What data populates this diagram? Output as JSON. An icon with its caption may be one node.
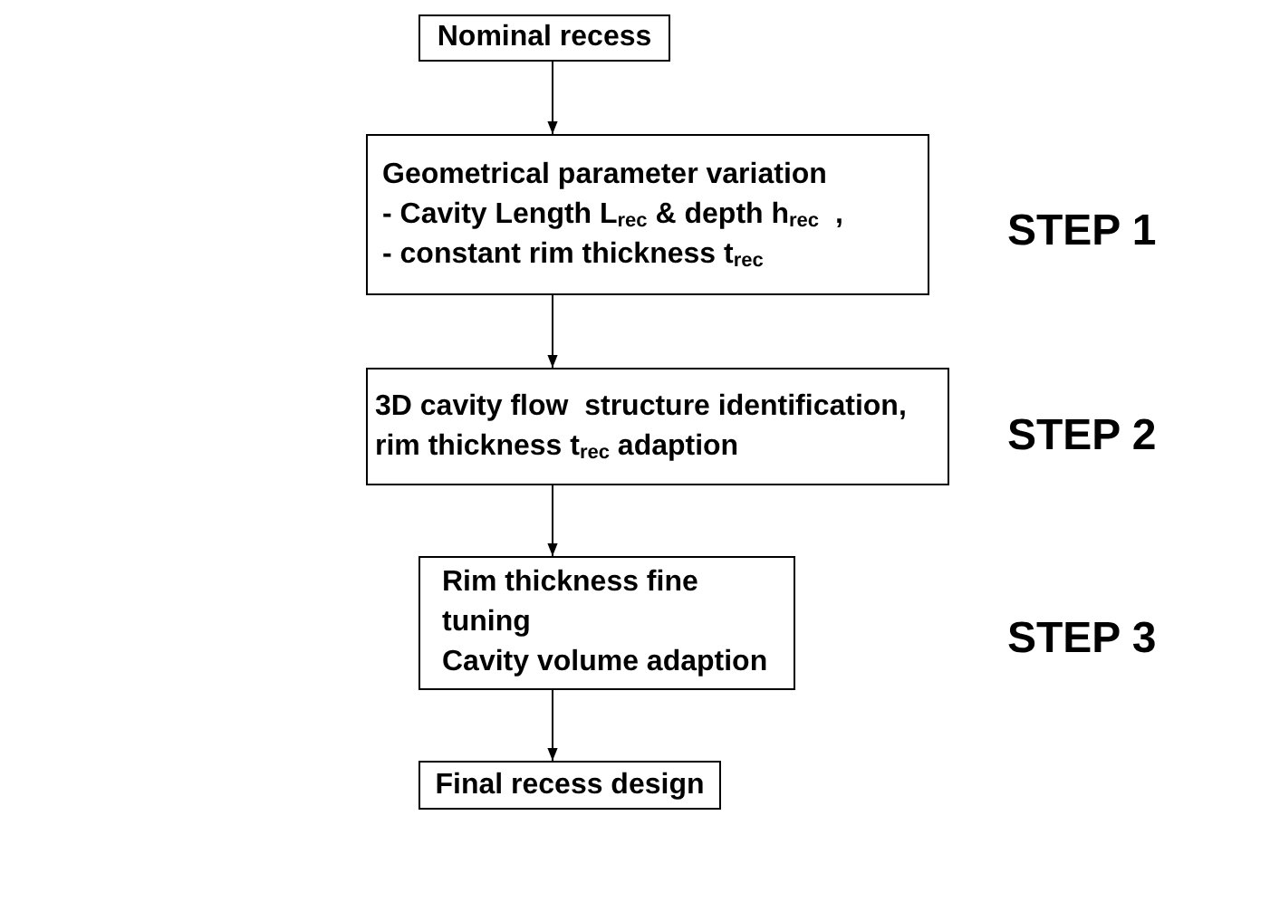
{
  "diagram": {
    "nodes": [
      {
        "text": [
          "Nominal recess"
        ]
      },
      {
        "text": [
          "Geometrical parameter variation",
          "- Cavity Length L$_{rec}$ & depth h$_{rec}$  ,",
          "- constant rim thickness t$_{rec}$"
        ]
      },
      {
        "text": [
          "3D cavity flow  structure identification, rim thickness t$_{rec}$ adaption"
        ]
      },
      {
        "text": [
          "Rim thickness fine tuning",
          "Cavity volume adaption"
        ]
      },
      {
        "text": [
          "Final recess design"
        ]
      }
    ],
    "edges": [
      {
        "from": 0,
        "to": 1,
        "arrow": "to"
      },
      {
        "from": 1,
        "to": 2,
        "arrow": "to"
      },
      {
        "from": 2,
        "to": 3,
        "arrow": "to"
      },
      {
        "from": 3,
        "to": 4,
        "arrow": "to"
      }
    ],
    "labels": [
      "STEP 1",
      "STEP 2",
      "STEP 3"
    ]
  }
}
